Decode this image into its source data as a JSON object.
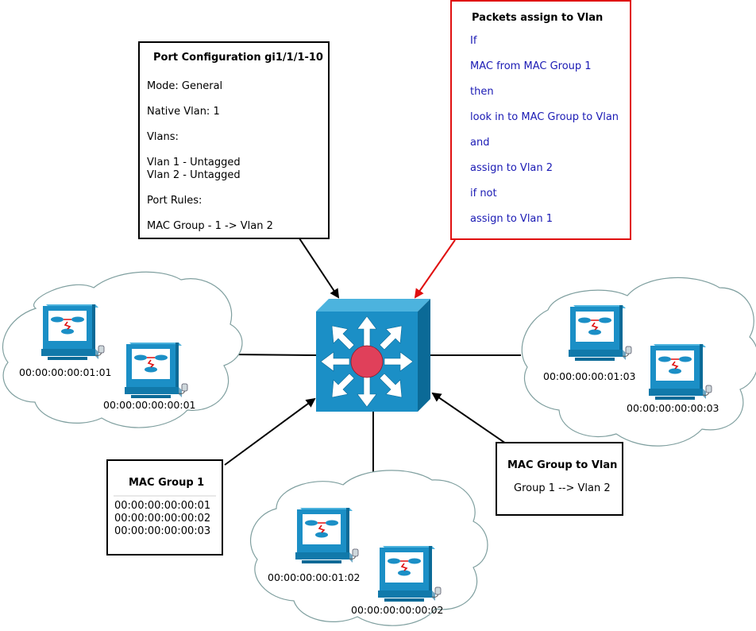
{
  "port_config": {
    "title": "Port Configuration gi1/1/1-10",
    "lines": [
      "Mode: General",
      "Native Vlan: 1",
      "Vlans:",
      "Vlan 1 - Untagged",
      "Vlan 2 - Untagged",
      "Port Rules:",
      "MAC Group - 1 -> Vlan 2"
    ]
  },
  "packets_assign": {
    "title": "Packets assign to Vlan",
    "lines": [
      "If",
      "MAC from MAC Group 1",
      "then",
      "look in to MAC Group to Vlan",
      "and",
      "assign to Vlan 2",
      "if not",
      "assign to Vlan 1"
    ],
    "text_color": "#1a1ab4",
    "border_color": "#e01010"
  },
  "mac_group_1": {
    "title": "MAC Group 1",
    "lines": [
      "00:00:00:00:00:01",
      "00:00:00:00:00:02",
      "00:00:00:00:00:03"
    ]
  },
  "mac_group_to_vlan": {
    "title": "MAC Group to Vlan",
    "lines": [
      "Group 1 --> Vlan 2"
    ]
  },
  "clouds": {
    "left": [
      "00:00:00:00:01:01",
      "00:00:00:00:00:01"
    ],
    "right": [
      "00:00:00:00:01:03",
      "00:00:00:00:00:03"
    ],
    "bottom": [
      "00:00:00:00:01:02",
      "00:00:00:00:00:02"
    ]
  },
  "colors": {
    "switch_front": "#1b8fc6",
    "switch_side": "#0b6a97",
    "switch_top": "#4cb3de",
    "switch_center": "#e0405a",
    "cloud_stroke": "#7f9f9f",
    "arrow_red": "#e01010"
  },
  "icons": {
    "switch": "multilayer-switch-icon",
    "workstation": "workstation-icon",
    "cloud": "cloud-icon"
  }
}
